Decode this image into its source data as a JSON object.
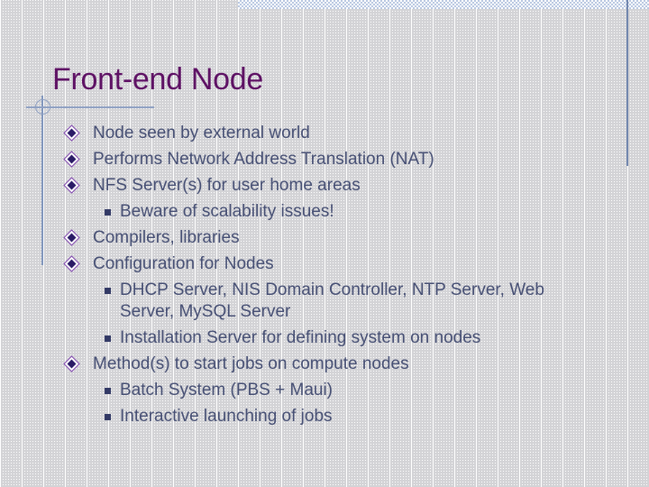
{
  "slide": {
    "title": "Front-end Node",
    "bullets": [
      {
        "level": 1,
        "text": "Node seen by external world"
      },
      {
        "level": 1,
        "text": "Performs Network Address Translation (NAT)"
      },
      {
        "level": 1,
        "text": "NFS Server(s) for user home areas"
      },
      {
        "level": 2,
        "text": "Beware of scalability issues!"
      },
      {
        "level": 1,
        "text": "Compilers, libraries"
      },
      {
        "level": 1,
        "text": "Configuration for Nodes"
      },
      {
        "level": 2,
        "text": "DHCP Server, NIS Domain Controller, NTP Server, Web\nServer, MySQL Server"
      },
      {
        "level": 2,
        "text": "Installation Server for defining system on nodes"
      },
      {
        "level": 1,
        "text": "Method(s) to start jobs on compute nodes"
      },
      {
        "level": 2,
        "text": "Batch System (PBS + Maui)"
      },
      {
        "level": 2,
        "text": "Interactive launching of jobs"
      }
    ],
    "colors": {
      "title": "#5e1164",
      "body_text": "#454e73",
      "accent_line": "#8095bb",
      "bullet_outline": "#7c42aa",
      "bullet_fill": "#2b1b66",
      "sub_bullet": "#333a66",
      "checker_blue": "#b8c7e1",
      "grid_dot": "#d3d3d6"
    }
  }
}
